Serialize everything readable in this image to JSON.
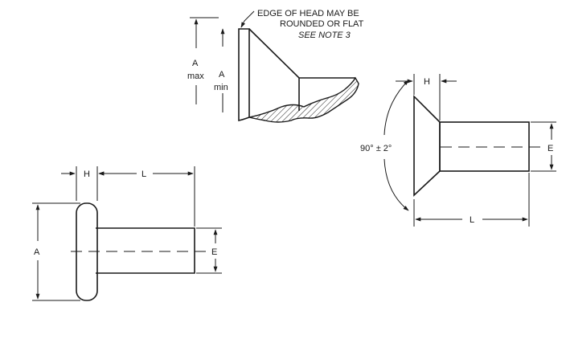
{
  "labels": {
    "note_line1": "EDGE OF HEAD MAY BE",
    "note_line2": "ROUNDED OR FLAT",
    "note_line3": "SEE NOTE 3",
    "detail_a_max_letter": "A",
    "detail_a_max_word": "max",
    "detail_a_min_letter": "A",
    "detail_a_min_word": "min",
    "left_h": "H",
    "left_l": "L",
    "left_a": "A",
    "left_e": "E",
    "right_h": "H",
    "right_l": "L",
    "right_e": "E",
    "right_angle": "90° ± 2°"
  }
}
